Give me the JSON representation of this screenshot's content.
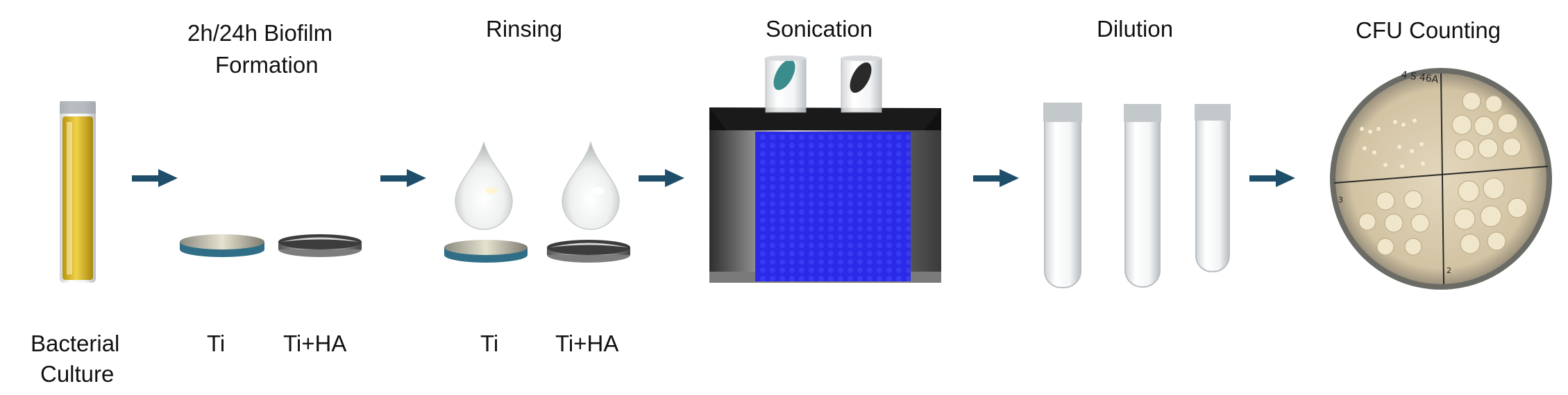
{
  "steps": {
    "biofilm_title_1": "2h/24h Biofilm",
    "biofilm_title_2": "Formation",
    "rinsing_title": "Rinsing",
    "sonication_title": "Sonication",
    "dilution_title": "Dilution",
    "cfu_title": "CFU Counting"
  },
  "bottom_labels": {
    "culture_1": "Bacterial",
    "culture_2": "Culture",
    "ti_1": "Ti",
    "ti_ha_1": "Ti+HA",
    "ti_2": "Ti",
    "ti_ha_2": "Ti+HA"
  },
  "plate_marks": {
    "top": "4 S 46A",
    "left": "3",
    "bottom": "2"
  },
  "colors": {
    "arrow": "#1f4e6b",
    "culture": "#d8b21e",
    "ti_disc_edge": "#2f6e86",
    "sonicator_window": "#2a2ae8",
    "plate_agar": "#d9ccb0"
  }
}
